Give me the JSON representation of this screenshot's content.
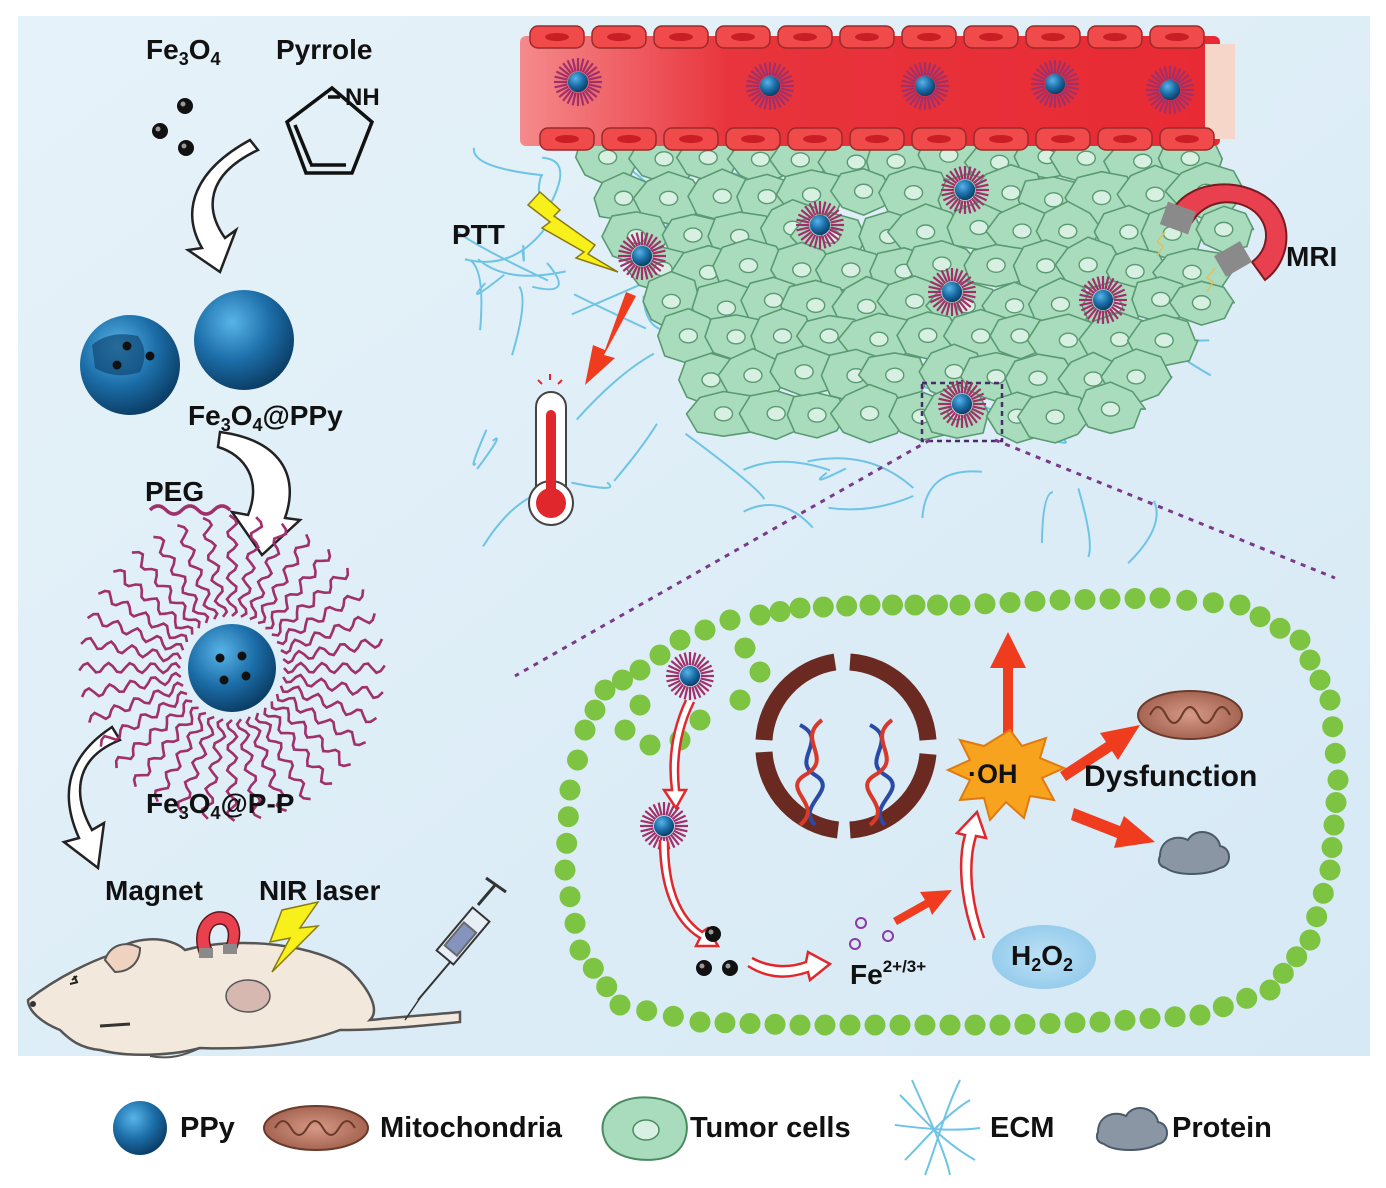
{
  "synthesis": {
    "fe3o4": {
      "base": "Fe",
      "sub1": "3",
      "mid": "O",
      "sub2": "4"
    },
    "pyrrole": "Pyrrole",
    "nh": "NH",
    "fe3o4_ppy": {
      "base": "Fe",
      "sub1": "3",
      "mid": "O",
      "sub2": "4",
      "tail": "@PPy"
    },
    "peg": "PEG",
    "fe3o4_pp": {
      "base": "Fe",
      "sub1": "3",
      "mid": "O",
      "sub2": "4",
      "tail": "@P-P"
    },
    "magnet": "Magnet",
    "nir_laser": "NIR laser"
  },
  "tumor": {
    "ptt": "PTT",
    "mri": "MRI"
  },
  "cell": {
    "oh": "·OH",
    "dysfunction": "Dysfunction",
    "fe_ion": {
      "base": "Fe",
      "sup": "2+/3+"
    },
    "h2o2": {
      "h": "H",
      "sub1": "2",
      "o": "O",
      "sub2": "2"
    }
  },
  "legend": {
    "ppy": "PPy",
    "mitochondria": "Mitochondria",
    "tumor_cells": "Tumor cells",
    "ecm": "ECM",
    "protein": "Protein"
  },
  "colors": {
    "background": "#dcecf6",
    "vessel": "#e8343c",
    "tumor_cell": "#a9dcbc",
    "membrane_dot": "#7cc442",
    "ppy": "#1a6fa8",
    "peg": "#a0306a",
    "arrow_red": "#f03c1e"
  }
}
